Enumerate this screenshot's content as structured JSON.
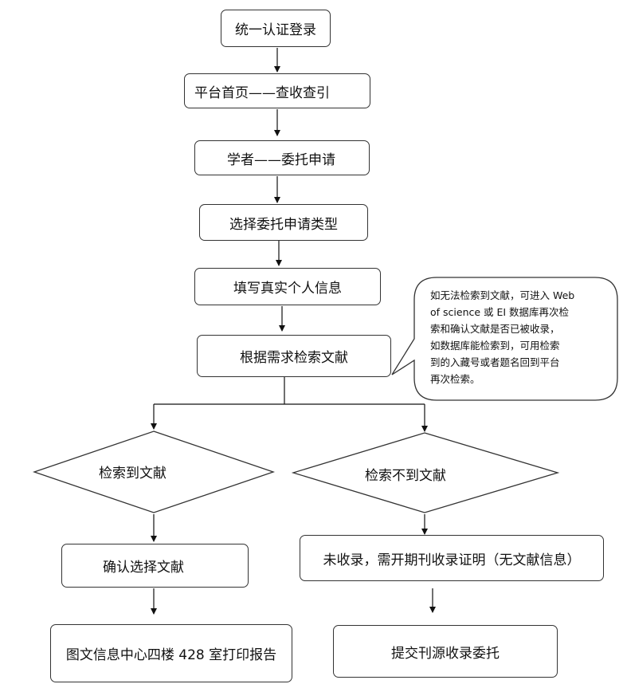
{
  "steps": {
    "login": "统一认证登录",
    "platform_home": "平台首页——查收查引",
    "scholar_request": "学者——委托申请",
    "select_type": "选择委托申请类型",
    "fill_info": "填写真实个人信息",
    "search": "根据需求检索文献"
  },
  "callout": "如无法检索到文献，可进入 Web\nof science 或 EI 数据库再次检\n索和确认文献是否已被收录，\n如数据库能检索到，可用检索\n到的入藏号或者题名回到平台\n再次检索。",
  "decisions": {
    "found": "检索到文献",
    "not_found": "检索不到文献"
  },
  "branch_found": {
    "confirm": "确认选择文献",
    "print": "图文信息中心四楼 428 室打印报告"
  },
  "branch_not_found": {
    "not_indexed": "未收录，需开期刊收录证明（无文献信息）",
    "submit": "提交刊源收录委托"
  }
}
